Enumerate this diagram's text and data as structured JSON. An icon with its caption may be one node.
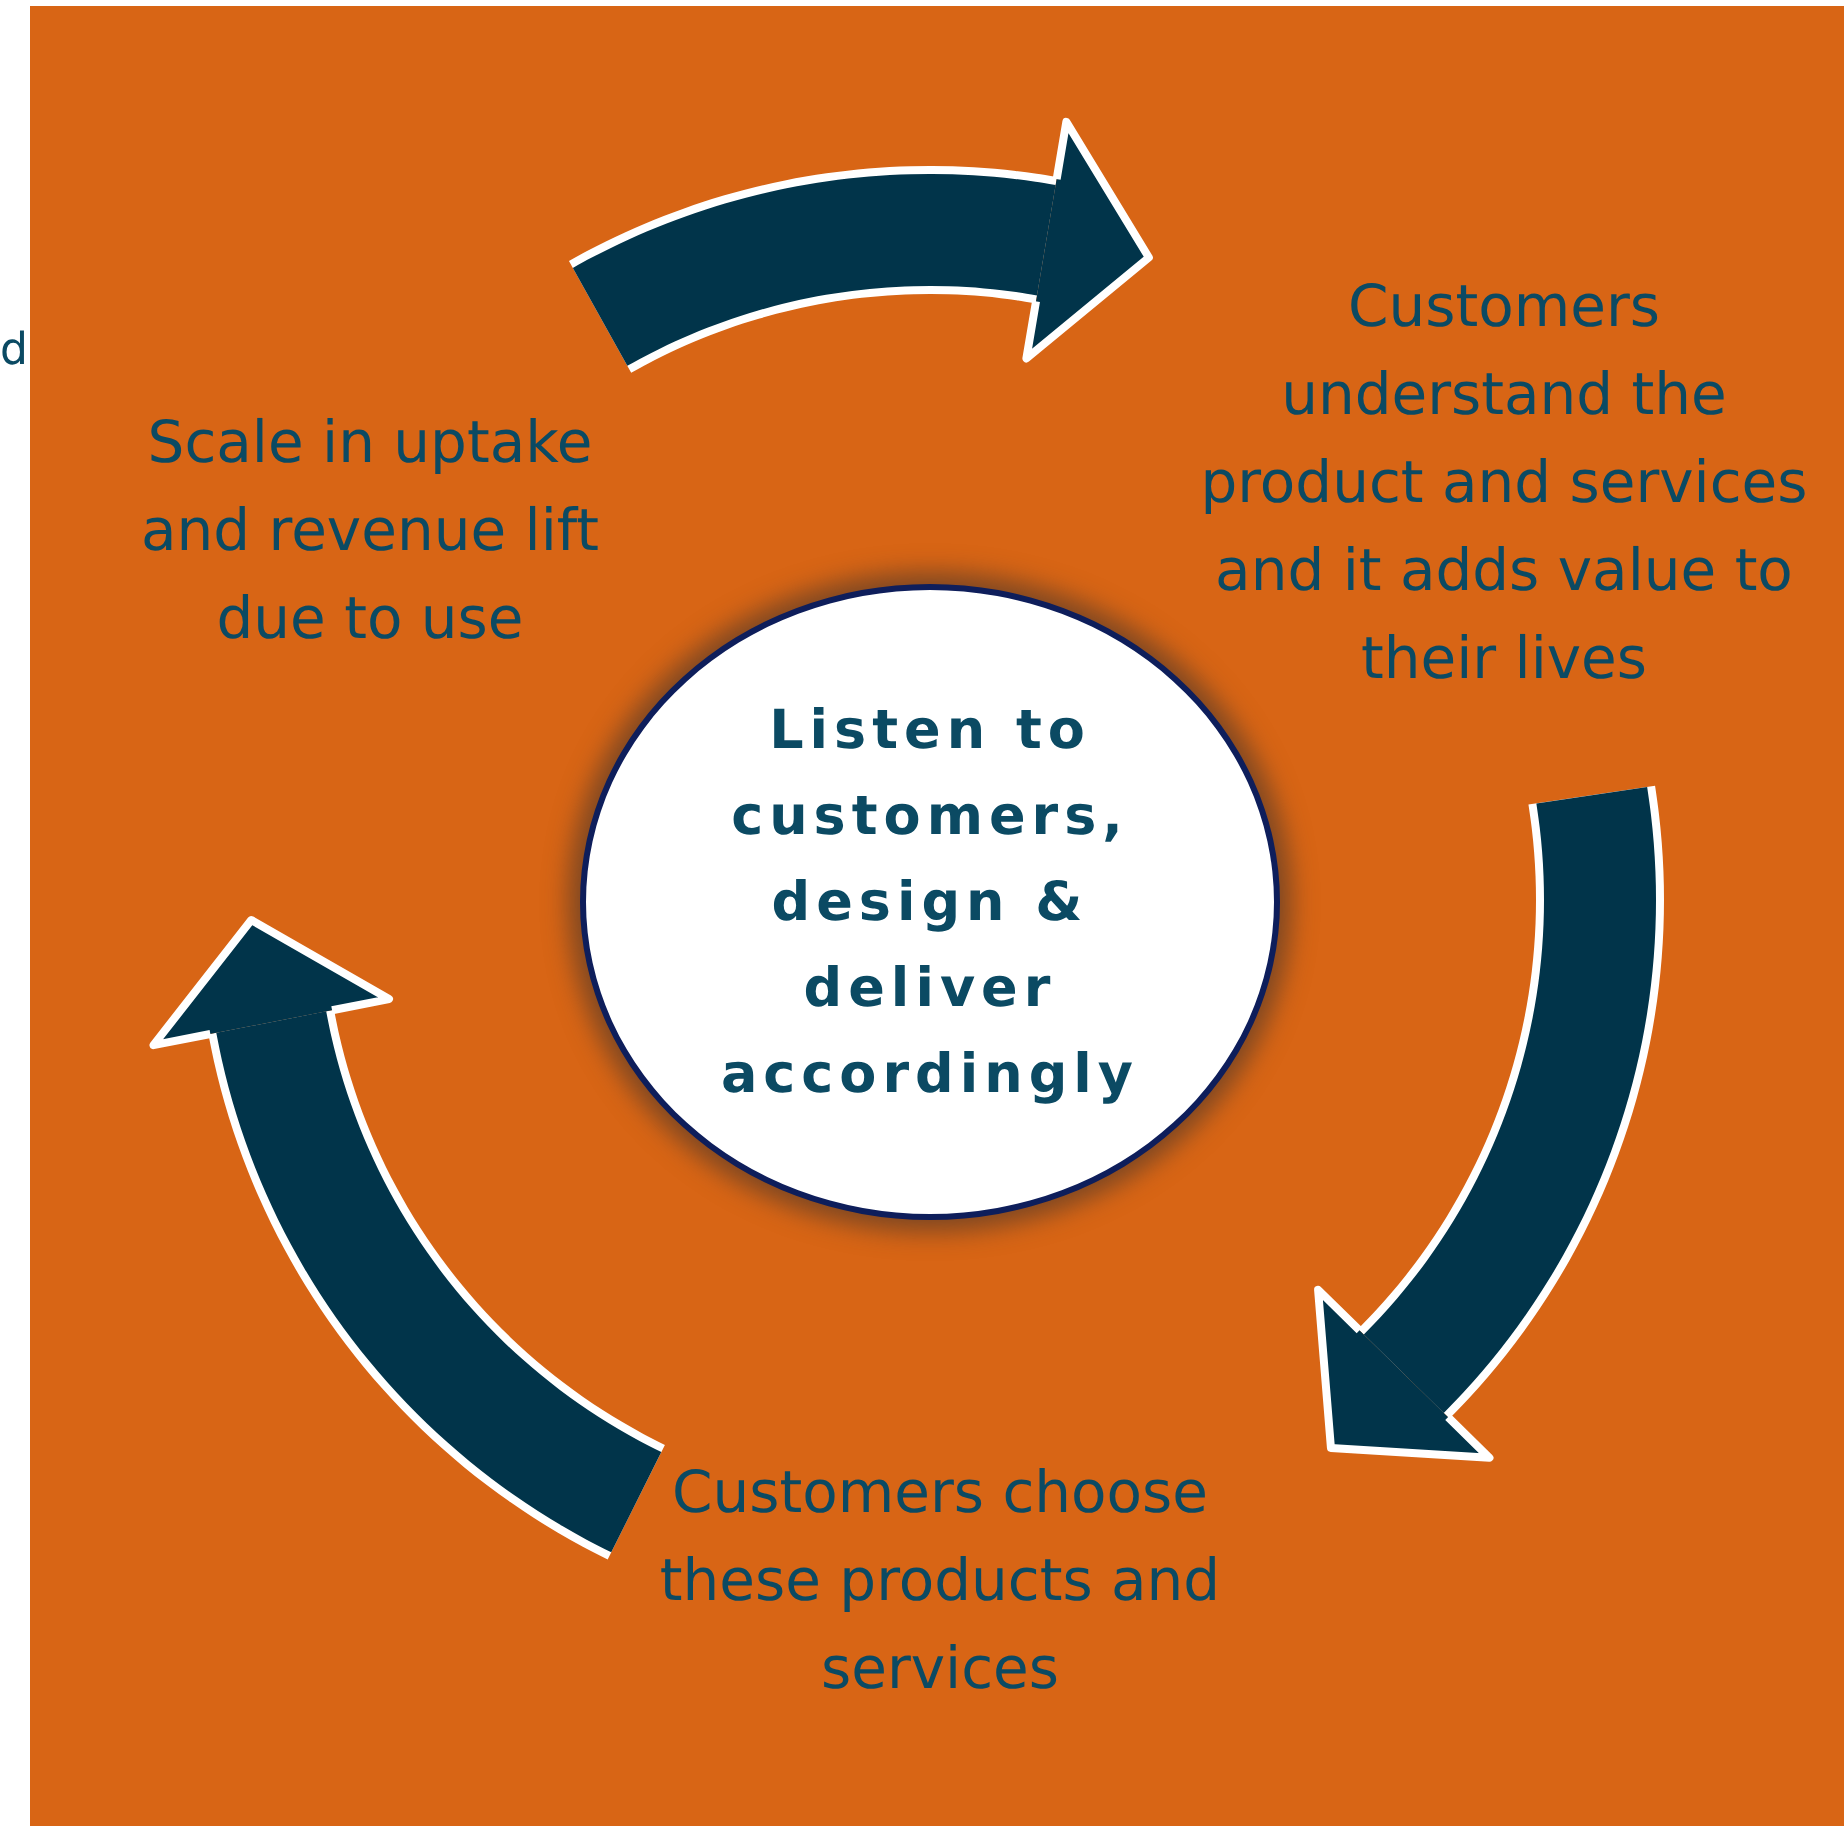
{
  "diagram": {
    "nodes": [
      {
        "text": [
          "Scale in uptake and revenue lift due to use"
        ]
      },
      {
        "text": [
          "Customers understand the product and services and it adds value to their lives"
        ]
      },
      {
        "text": [
          "Customers choose these products and services"
        ]
      },
      {
        "text": [
          "Listen to customers, design & deliver accordingly"
        ]
      }
    ],
    "edges": [
      {
        "from": 0,
        "to": 1,
        "arrow": "to"
      },
      {
        "from": 1,
        "to": 2,
        "arrow": "to"
      },
      {
        "from": 2,
        "to": 0,
        "arrow": "to"
      }
    ],
    "labels": [
      "d"
    ]
  }
}
